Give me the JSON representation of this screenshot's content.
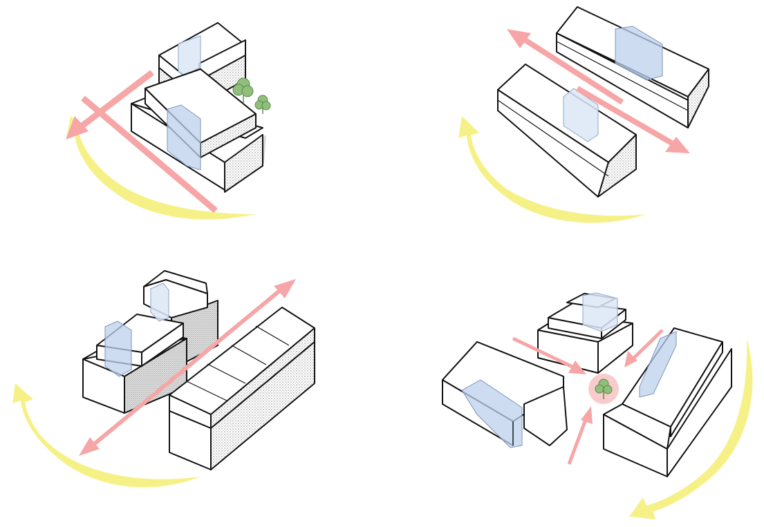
{
  "colors": {
    "wind_arrow": "#f6a6a6",
    "sun_path": "#f5f07a",
    "glass": "#bcd0ec",
    "outline": "#111111",
    "tree": "#8fbf7a",
    "focus_circle": "#f7c6c6"
  },
  "panels": [
    {
      "id": "top-left",
      "icons": [
        "tree-icon",
        "tree-icon"
      ],
      "has_sun_path": true,
      "wind_arrows": 2
    },
    {
      "id": "top-right",
      "icons": [],
      "has_sun_path": true,
      "wind_arrows": 2
    },
    {
      "id": "bottom-left",
      "icons": [],
      "has_sun_path": true,
      "wind_arrows": 1
    },
    {
      "id": "bottom-right",
      "icons": [
        "tree-icon"
      ],
      "has_sun_path": true,
      "wind_arrows": 3
    }
  ]
}
